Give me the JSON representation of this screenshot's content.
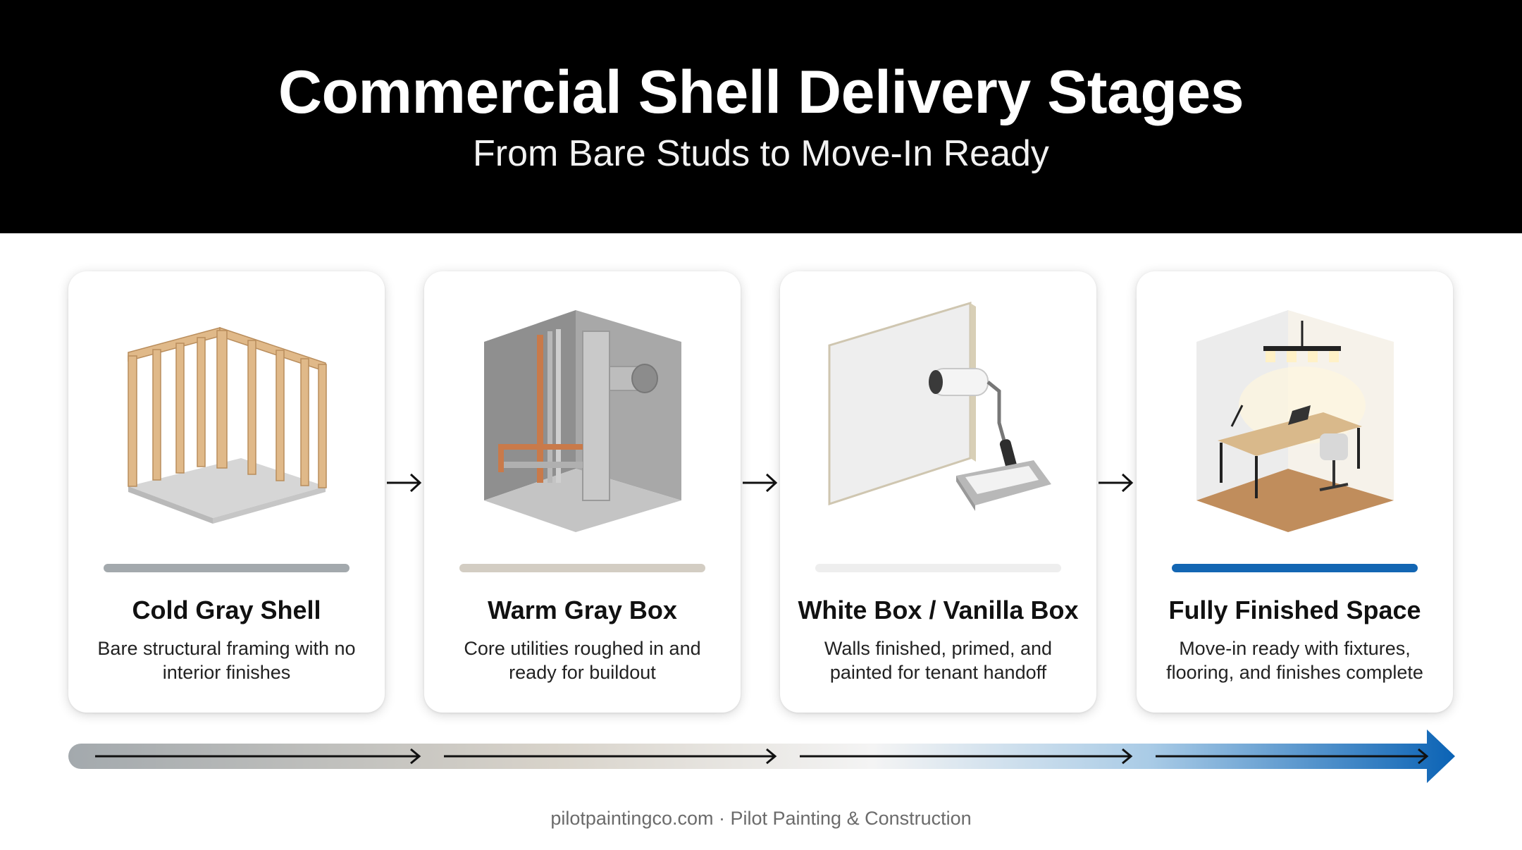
{
  "header": {
    "title": "Commercial Shell Delivery Stages",
    "subtitle": "From Bare Studs to Move-In Ready"
  },
  "stages": [
    {
      "title": "Cold Gray Shell",
      "description": "Bare structural framing with no interior finishes",
      "bar_color": "#a3a9ad",
      "illustration": "wood-stud-framing-icon"
    },
    {
      "title": "Warm Gray Box",
      "description": "Core utilities roughed in and ready for buildout",
      "bar_color": "#d3cdc3",
      "illustration": "utility-pipes-icon"
    },
    {
      "title": "White Box / Vanilla Box",
      "description": "Walls finished, primed, and painted for tenant handoff",
      "bar_color": "#eeeeee",
      "illustration": "paint-roller-icon"
    },
    {
      "title": "Fully Finished Space",
      "description": "Move-in ready with fixtures, flooring, and finishes complete",
      "bar_color": "#1366b3",
      "illustration": "finished-office-icon"
    }
  ],
  "timeline": {
    "gradient": [
      "#a3a9ad",
      "#d8d3ca",
      "#f4f4f4",
      "#a9cbe6",
      "#0b63b5"
    ]
  },
  "footer": {
    "text": "pilotpaintingco.com · Pilot Painting & Construction"
  }
}
